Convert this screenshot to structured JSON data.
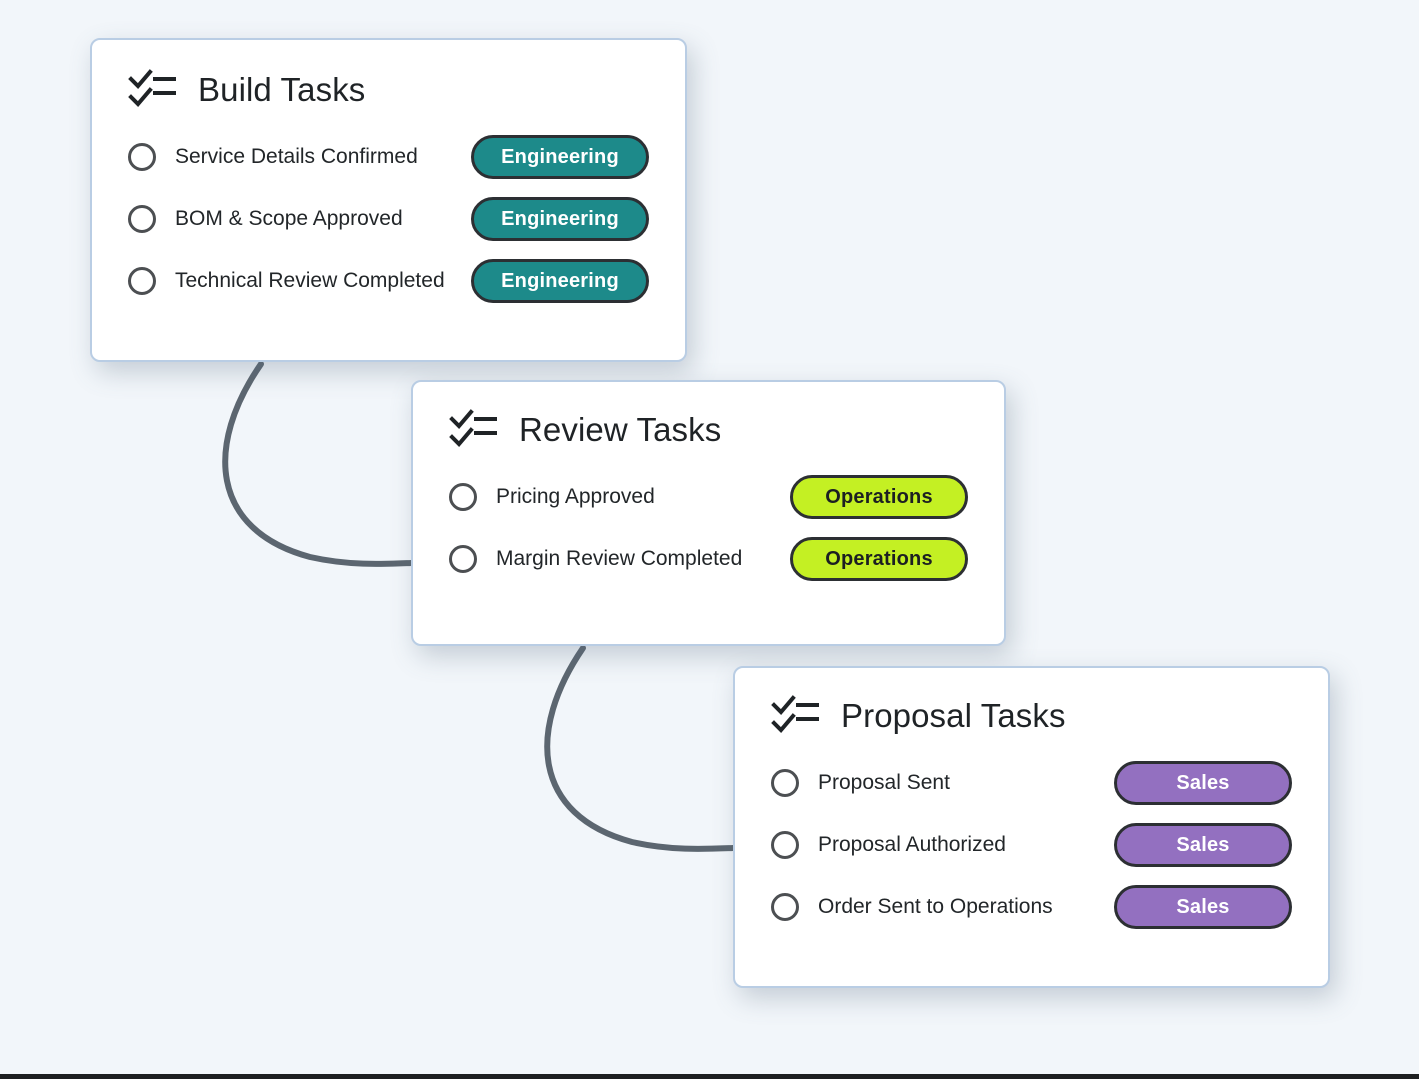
{
  "canvas": {
    "background_color": "#f2f6fa",
    "card_border_color": "#b9cde4",
    "connector_color": "#5c6670",
    "bottom_rule_color": "#1d1f21"
  },
  "palette": {
    "engineering": "#1d8a8a",
    "operations": "#c4f023",
    "sales": "#9370c0",
    "badge_border": "#2c2f33"
  },
  "icons": {
    "header_icon": "list-checks-icon",
    "checkbox_icon": "circle-unchecked-icon"
  },
  "cards": [
    {
      "id": "build",
      "title": "Build Tasks",
      "tasks": [
        {
          "label": "Service Details Confirmed",
          "owner": "Engineering",
          "owner_key": "engineering",
          "checked": false
        },
        {
          "label": "BOM & Scope Approved",
          "owner": "Engineering",
          "owner_key": "engineering",
          "checked": false
        },
        {
          "label": "Technical Review Completed",
          "owner": "Engineering",
          "owner_key": "engineering",
          "checked": false
        }
      ]
    },
    {
      "id": "review",
      "title": "Review Tasks",
      "tasks": [
        {
          "label": "Pricing Approved",
          "owner": "Operations",
          "owner_key": "operations",
          "checked": false
        },
        {
          "label": "Margin Review Completed",
          "owner": "Operations",
          "owner_key": "operations",
          "checked": false
        }
      ]
    },
    {
      "id": "proposal",
      "title": "Proposal Tasks",
      "tasks": [
        {
          "label": "Proposal Sent",
          "owner": "Sales",
          "owner_key": "sales",
          "checked": false
        },
        {
          "label": "Proposal Authorized",
          "owner": "Sales",
          "owner_key": "sales",
          "checked": false
        },
        {
          "label": "Order Sent to Operations",
          "owner": "Sales",
          "owner_key": "sales",
          "checked": false
        }
      ]
    }
  ],
  "connectors": [
    {
      "from": "build",
      "to": "review"
    },
    {
      "from": "review",
      "to": "proposal"
    }
  ]
}
